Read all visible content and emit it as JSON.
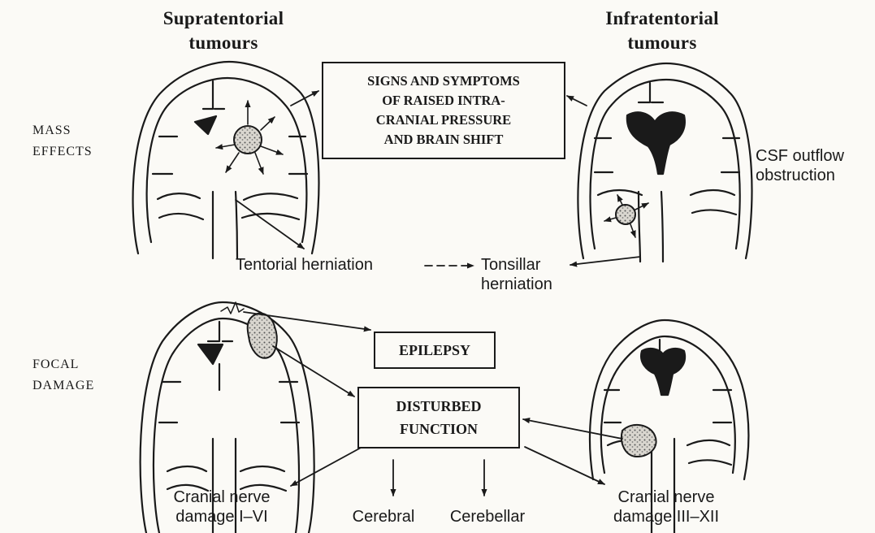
{
  "columns": {
    "left": [
      "Supratentorial",
      "tumours"
    ],
    "right": [
      "Infratentorial",
      "tumours"
    ]
  },
  "rows": {
    "top": [
      "MASS",
      "EFFECTS"
    ],
    "bottom": [
      "FOCAL",
      "DAMAGE"
    ]
  },
  "boxes": {
    "icp": [
      "SIGNS AND SYMPTOMS",
      "OF RAISED INTRA-",
      "CRANIAL PRESSURE",
      "AND BRAIN SHIFT"
    ],
    "epilepsy": "EPILEPSY",
    "disturbed": [
      "DISTURBED",
      "FUNCTION"
    ]
  },
  "labels": {
    "csf": [
      "CSF outflow",
      "obstruction"
    ],
    "tentorial": "Tentorial herniation",
    "tonsillar": [
      "Tonsillar",
      "herniation"
    ],
    "cranial_left": [
      "Cranial nerve",
      "damage I–VI"
    ],
    "cerebral": "Cerebral",
    "cerebellar": "Cerebellar",
    "cranial_right": [
      "Cranial nerve",
      "damage III–XII"
    ]
  }
}
